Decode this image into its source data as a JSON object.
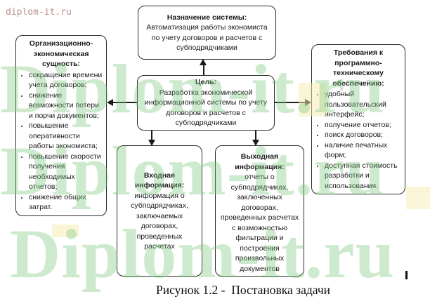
{
  "site_label": "diplom-it.ru",
  "watermark_text": "Diplom-it.ru",
  "caption": "Рисунок 1.2 -  Постановка задачи",
  "colors": {
    "watermark_green": "#7ec97e",
    "site_label_rose": "#bc8f8f",
    "box_border": "#2b2b2b",
    "text": "#1a1a1a",
    "highlight_yellow": "#f5ecae"
  },
  "diagram": {
    "purpose": {
      "title": "Назначение системы:",
      "body": "Автоматизация работы экономиста по учету договоров и расчетов с субподрядчиками"
    },
    "essence": {
      "title": "Организационно-экономическая сущность:",
      "items": [
        "сокращение времени учета договоров;",
        "снижение возможности потери и порчи документов;",
        "повышение оперативности работы экономиста;",
        "повышение скорости получения необходимых отчетов;",
        "снижение общих затрат."
      ]
    },
    "goal": {
      "title": "Цель:",
      "body": "Разработка экономической информационной системы по учету договоров и расчетов с субподрядчиками"
    },
    "requirements": {
      "title": "Требования к программно-техническому обеспечению:",
      "items": [
        "удобный пользовательский интерфейс;",
        "получение отчетов;",
        "поиск договоров;",
        "наличие печатных форм;",
        "доступная стоимость разработки и использования."
      ]
    },
    "input": {
      "title": "Входная информация:",
      "body": "информация о субподрядчиках, заключаемых договорах, проведенных расчетах"
    },
    "output": {
      "title": "Выходная информация:",
      "body": "отчеты о субподрядчиках, заключенных договорах, проведенных расчетах с возможностью фильтрации и построения произвольных документов"
    }
  }
}
